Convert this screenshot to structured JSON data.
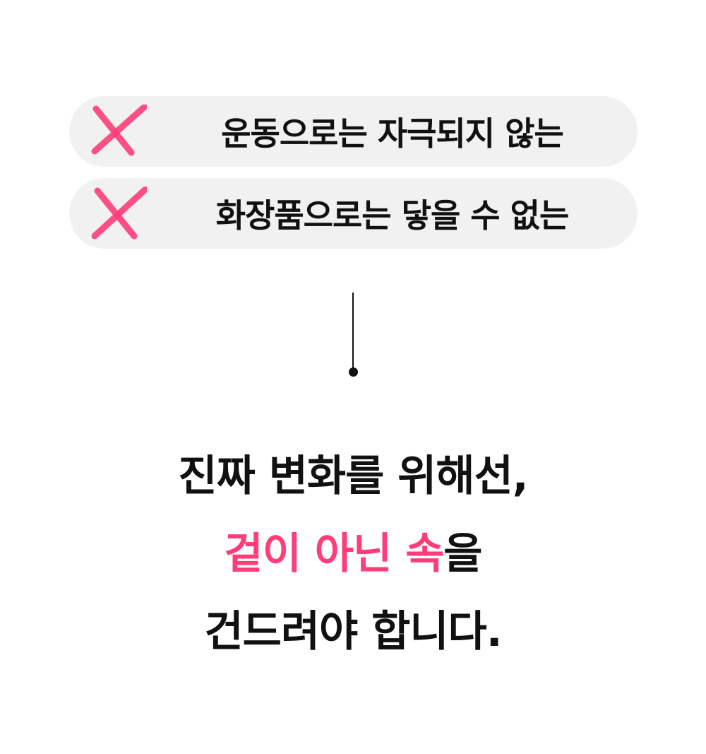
{
  "colors": {
    "accent": "#ff3d7a",
    "pill_bg": "#f1f1f1",
    "text": "#111111"
  },
  "items": [
    {
      "icon": "x-mark-icon",
      "text": "운동으로는 자극되지 않는"
    },
    {
      "icon": "x-mark-icon",
      "text": "화장품으로는 닿을 수 없는"
    }
  ],
  "headline": {
    "line1": "진짜 변화를 위해선,",
    "line2_highlight": "겉이 아닌 속",
    "line2_rest": "을",
    "line3": "건드려야 합니다."
  }
}
